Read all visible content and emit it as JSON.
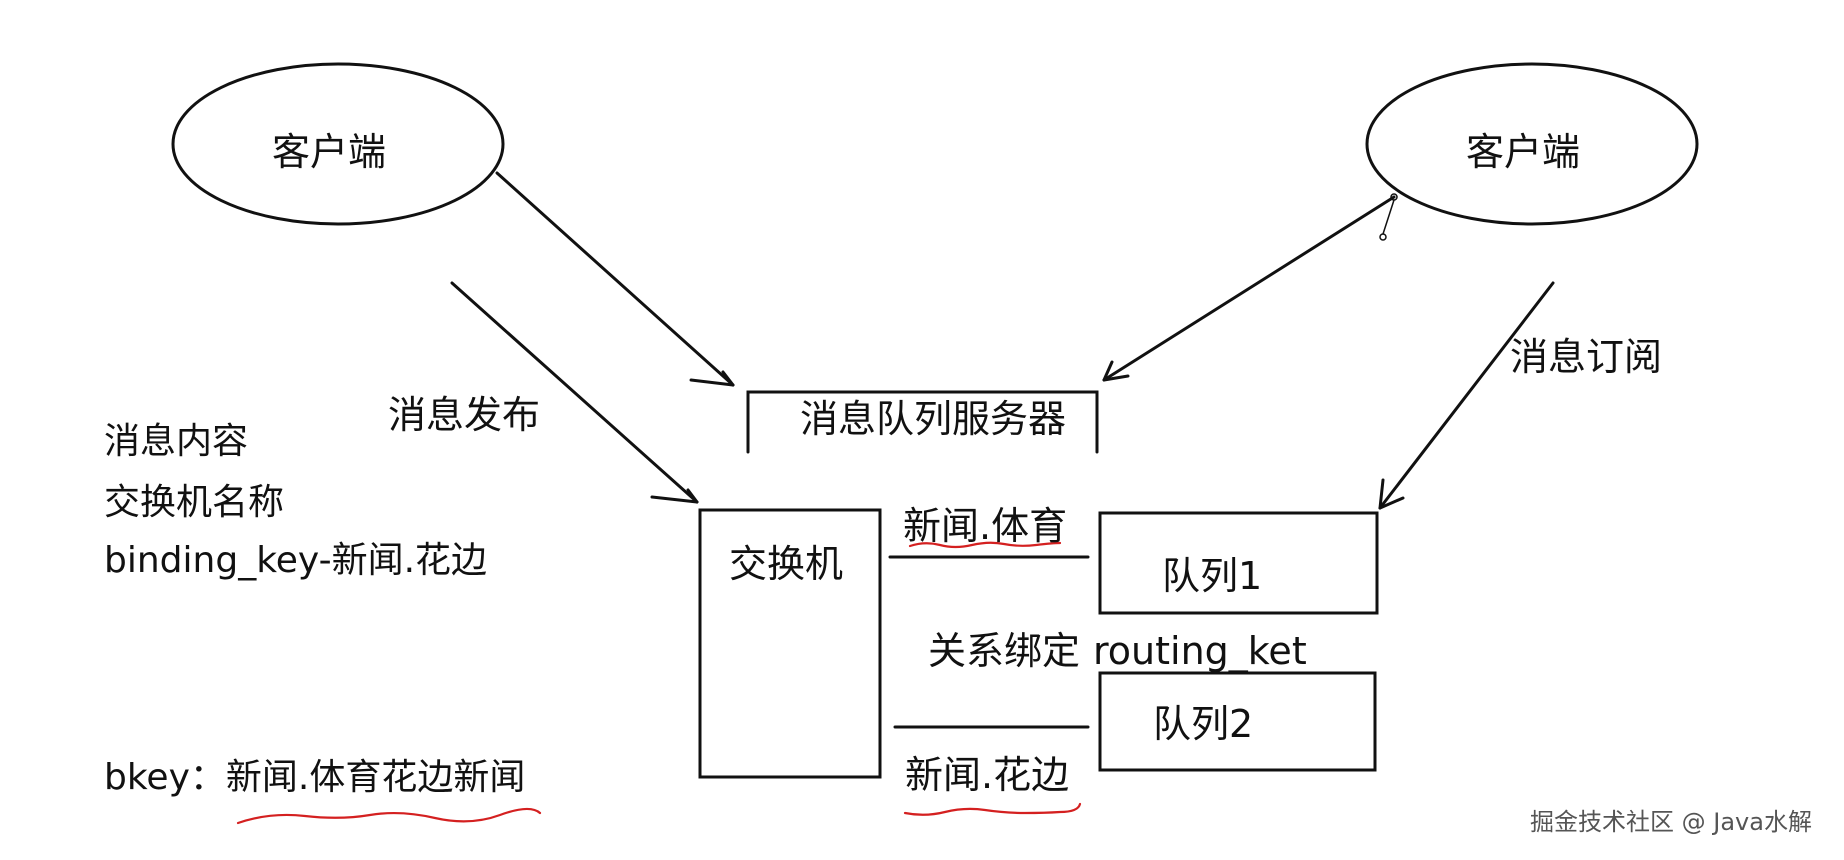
{
  "client_left": "客户端",
  "client_right": "客户端",
  "publish_label": "消息发布",
  "subscribe_label": "消息订阅",
  "server_label": "消息队列服务器",
  "exchange_label": "交换机",
  "queue1_label": "队列1",
  "queue2_label": "队列2",
  "binding_top": "新闻.体育",
  "binding_bottom": "新闻.花边",
  "binding_relation": "关系绑定",
  "routing_key_label": "routing_ket",
  "message_fields": [
    "消息内容",
    "交换机名称",
    "binding_key-新闻.花边"
  ],
  "bkey_label": "bkey：新闻.体育花边新闻",
  "watermark": "掘金技术社区 @ Java水解",
  "colors": {
    "stroke": "#111111",
    "underline": "#d42020"
  }
}
